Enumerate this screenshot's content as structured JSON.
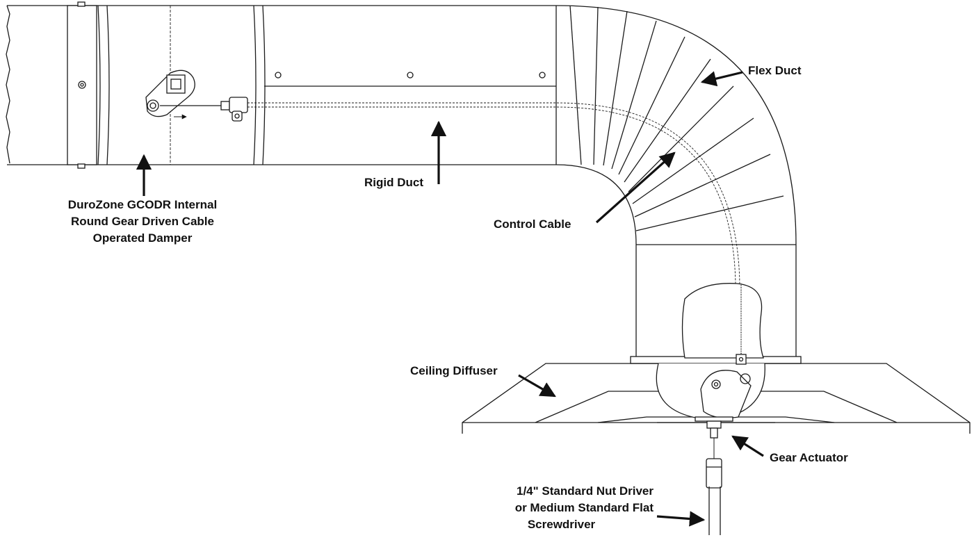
{
  "labels": {
    "damper": [
      "DuroZone GCODR Internal",
      "Round Gear Driven Cable",
      "Operated Damper"
    ],
    "rigid_duct": "Rigid Duct",
    "flex_duct": "Flex Duct",
    "control_cable": "Control Cable",
    "ceiling_diffuser": "Ceiling Diffuser",
    "gear_actuator": "Gear Actuator",
    "tool": [
      "1/4\" Standard Nut Driver",
      "or Medium Standard Flat",
      "Screwdriver"
    ]
  },
  "colors": {
    "line": "#1a1a1a",
    "background": "#ffffff"
  }
}
